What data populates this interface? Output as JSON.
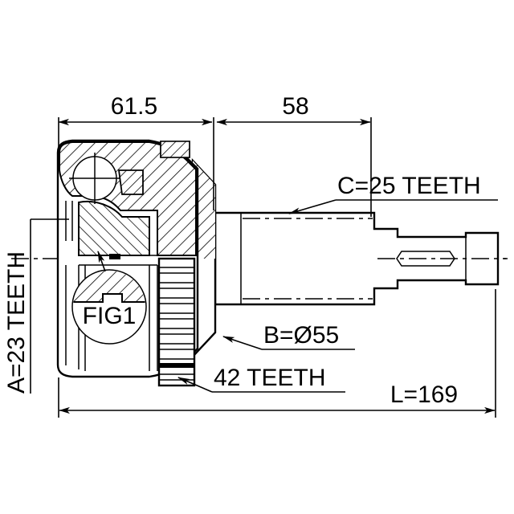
{
  "drawing": {
    "title": "CV joint outer joint assembly cross-section drawing",
    "background_color": "#ffffff",
    "line_color": "#000000",
    "dimensions": {
      "length_left": "61.5",
      "length_right": "58",
      "overall_length": "L=169"
    },
    "labels": {
      "spline_inner": "A=23 TEETH",
      "spline_outer": "C=25 TEETH",
      "diameter": "B=Ø55",
      "abs_ring": "42 TEETH",
      "detail_callout": "FIG1"
    }
  }
}
